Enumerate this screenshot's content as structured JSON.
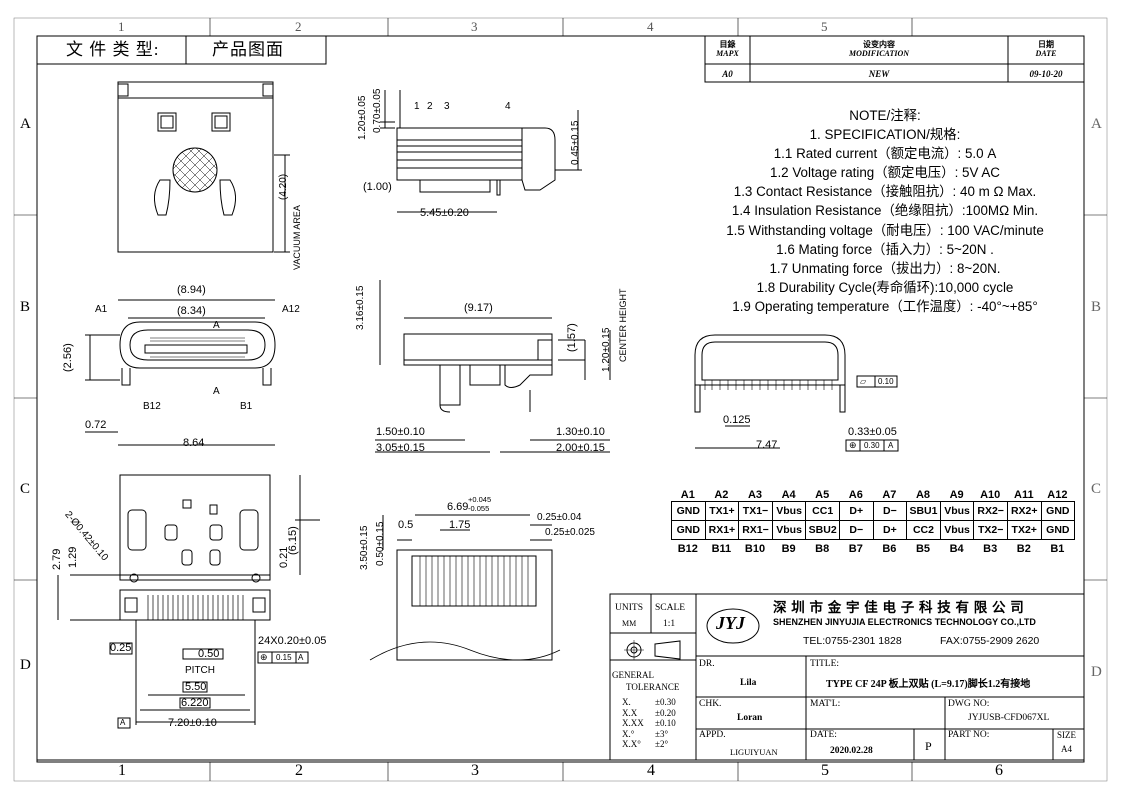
{
  "doc_type": {
    "label": "文 件 类 型:",
    "value": "产品图面"
  },
  "grid": {
    "cols": [
      "1",
      "2",
      "3",
      "4",
      "5",
      "6"
    ],
    "rows": [
      "A",
      "B",
      "C",
      "D"
    ]
  },
  "revision": {
    "headers": {
      "col1_cn": "目錄",
      "col1_en": "MAPX",
      "col2_cn": "设变内容",
      "col2_en": "MODIFICATION",
      "col3_cn": "日期",
      "col3_en": "DATE"
    },
    "row": {
      "mapx": "A0",
      "modification": "NEW",
      "date": "09-10-20"
    }
  },
  "notes": {
    "title": "NOTE/注释:",
    "spec_title": "1. SPECIFICATION/规格:",
    "items": [
      "1.1  Rated current（额定电流）: 5.0 A",
      "1.2 Voltage rating（额定电压）: 5V AC",
      "1.3  Contact Resistance（接触阻抗）: 40 m Ω Max.",
      "1.4  Insulation Resistance（绝缘阻抗）:100MΩ Min.",
      "1.5  Withstanding voltage（耐电压）: 100 VAC/minute",
      "1.6  Mating force（插入力）: 5~20N .",
      "1.7  Unmating force（拔出力）: 8~20N.",
      "1.8  Durability Cycle(寿命循环):10,000  cycle",
      "1.9 Operating temperature（工作温度）: -40°~+85°"
    ]
  },
  "pinout": {
    "top_labels": [
      "A1",
      "A2",
      "A3",
      "A4",
      "A5",
      "A6",
      "A7",
      "A8",
      "A9",
      "A10",
      "A11",
      "A12"
    ],
    "row_a": [
      "GND",
      "TX1+",
      "TX1−",
      "Vbus",
      "CC1",
      "D+",
      "D−",
      "SBU1",
      "Vbus",
      "RX2−",
      "RX2+",
      "GND"
    ],
    "row_b": [
      "GND",
      "RX1+",
      "RX1−",
      "Vbus",
      "SBU2",
      "D−",
      "D+",
      "CC2",
      "Vbus",
      "TX2−",
      "TX2+",
      "GND"
    ],
    "bottom_labels": [
      "B12",
      "B11",
      "B10",
      "B9",
      "B8",
      "B7",
      "B6",
      "B5",
      "B4",
      "B3",
      "B2",
      "B1"
    ]
  },
  "dimensions": {
    "top_view": {
      "height": "(4.20)",
      "area": "VACUUM AREA"
    },
    "side_view_1": {
      "d1": "1.20±0.05",
      "d2": "0.70±0.05",
      "d3": "0.45±0.15",
      "d4": "(1.00)",
      "d5": "5.45±0.20",
      "callouts": [
        "1",
        "2",
        "3",
        "4"
      ]
    },
    "front_view": {
      "w1": "(8.94)",
      "w2": "(8.34)",
      "w3": "8.64",
      "w4": "0.72",
      "h1": "(2.56)",
      "pins": [
        "A1",
        "A12",
        "B12",
        "B1"
      ],
      "section": "A"
    },
    "side_view_2": {
      "h1": "3.16±0.15",
      "w1": "(9.17)",
      "h2": "(1.57)",
      "h3": "1.20±0.15",
      "center": "CENTER HEIGHT",
      "b1": "1.50±0.10",
      "b2": "3.05±0.15",
      "b3": "1.30±0.10",
      "b4": "2.00±0.15"
    },
    "end_view": {
      "flat": "0.10",
      "w1": "0.125",
      "w2": "7.47",
      "w3": "0.33±0.05",
      "pos": "0.30",
      "datum": "A"
    },
    "footprint": {
      "hole": "2-Ø0.42±0.10",
      "h1": "2.79",
      "h2": "1.29",
      "h3": "(6.15)",
      "h4": "0.21",
      "w1": "0.25",
      "w2": "0.50",
      "pitch": "PITCH",
      "w3": "5.50",
      "w4": "6.220",
      "w5": "7.20±0.10",
      "pins": "24X0.20±0.05",
      "pos": "0.15",
      "datum": "A"
    },
    "section_view": {
      "h1": "3.50±0.15",
      "h2": "0.50±0.15",
      "w1": "0.5",
      "w2": "1.75",
      "w3": "6.69",
      "tol_up": "+0.045",
      "tol_dn": "-0.055",
      "w4": "0.25±0.04",
      "w5": "0.25±0.025"
    }
  },
  "title_block": {
    "units_label": "UNITS",
    "units_value": "MM",
    "scale_label": "SCALE",
    "scale_value": "1:1",
    "company_cn": "深 圳 市 金 宇 佳 电 子 科 技 有 限 公 司",
    "company_en": "SHENZHEN JINYUJIA ELECTRONICS TECHNOLOGY CO.,LTD",
    "tel": "TEL:0755-2301 1828",
    "fax": "FAX:0755-2909 2620",
    "logo": "JYJ",
    "tolerance": {
      "title1": "GENERAL",
      "title2": "TOLERANCE",
      "rows": [
        [
          "X.",
          "±0.30"
        ],
        [
          "X.X",
          "±0.20"
        ],
        [
          "X.XX",
          "±0.10"
        ],
        [
          "X.°",
          "±3°"
        ],
        [
          "X.X°",
          "±2°"
        ]
      ]
    },
    "dr_label": "DR.",
    "dr_value": "Lila",
    "chk_label": "CHK.",
    "chk_value": "Loran",
    "appd_label": "APPD.",
    "appd_value": "LIGUIYUAN",
    "title_label": "TITLE:",
    "title_value": "TYPE CF 24P 板上双贴 (L=9.17)脚长1.2有接地",
    "matl_label": "MAT'L:",
    "dwg_label": "DWG NO:",
    "dwg_value": "JYJUSB-CFD067XL",
    "date_label": "DATE:",
    "date_value": "2020.02.28",
    "rev_value": "P",
    "part_label": "PART NO:",
    "size_label": "SIZE",
    "size_value": "A4"
  }
}
